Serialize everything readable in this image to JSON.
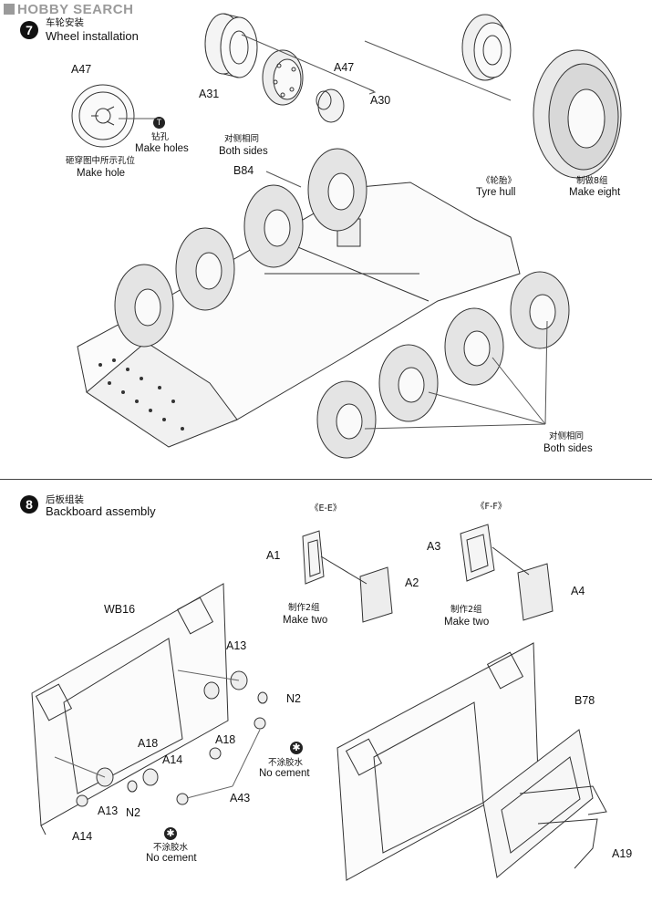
{
  "header": {
    "watermark": "HOBBY SEARCH"
  },
  "step7": {
    "number": "7",
    "title_zh": "车轮安装",
    "title_en": "Wheel installation",
    "parts": {
      "a47_top": "A47",
      "a31": "A31",
      "a47_side": "A47",
      "a30": "A30",
      "b84": "B84"
    },
    "hole_zh": "砸穿图中所示孔位",
    "hole_en": "Make hole",
    "drill_zh": "钻孔",
    "drill_en": "Make holes",
    "both_zh": "对侧相同",
    "both_en": "Both sides",
    "tyre_zh": "《轮胎》",
    "tyre_en": "Tyre hull",
    "eight_zh": "制做8组",
    "eight_en": "Make eight",
    "both2_zh": "对侧相同",
    "both2_en": "Both sides"
  },
  "step8": {
    "number": "8",
    "title_zh": "后板组装",
    "title_en": "Backboard assembly",
    "ee": "《E-E》",
    "ff": "《F-F》",
    "parts": {
      "a1": "A1",
      "a2": "A2",
      "a3": "A3",
      "a4": "A4",
      "wb16": "WB16",
      "a13_top": "A13",
      "n2_top": "N2",
      "a18_right": "A18",
      "a18_left": "A18",
      "a14_mid": "A14",
      "a13_bot": "A13",
      "n2_bot": "N2",
      "a14_bot": "A14",
      "a43": "A43",
      "b78": "B78",
      "a19": "A19"
    },
    "make_two_zh_1": "制作2组",
    "make_two_en_1": "Make two",
    "make_two_zh_2": "制作2组",
    "make_two_en_2": "Make two",
    "nocement_zh_1": "不涂胶水",
    "nocement_en_1": "No cement",
    "nocement_zh_2": "不涂胶水",
    "nocement_en_2": "No cement"
  }
}
